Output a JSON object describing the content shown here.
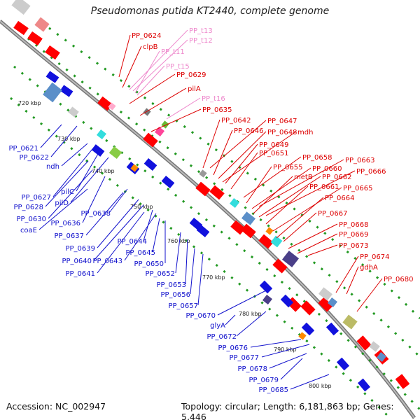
{
  "title": "Pseudomonas putida KT2440, complete genome",
  "footer": {
    "accession": "Accession: NC_002947",
    "topology": "Topology: circular; Length: 6,181,863 bp; Genes: 5,446"
  },
  "colors": {
    "forward_gene": "#ff0000",
    "reverse_gene": "#0000ff",
    "trna": "#ff88cc",
    "backbone": "#888888",
    "dots": "#229922"
  },
  "ticks": [
    "720 kbp",
    "730 kbp",
    "740 kbp",
    "750 kbp",
    "760 kbp",
    "770 kbp",
    "780 kbp",
    "790 kbp",
    "800 kbp"
  ],
  "labels_red": [
    "PP_0624",
    "clpB",
    "PP_0629",
    "pilA",
    "PP_0635",
    "PP_0642",
    "PP_0647",
    "PP_0646",
    "PP_0648",
    "mdh",
    "PP_0649",
    "PP_0651",
    "PP_0658",
    "PP_0663",
    "PP_0655",
    "PP_0660",
    "PP_0666",
    "metB",
    "PP_0662",
    "PP_0661",
    "PP_0665",
    "PP_0664",
    "PP_0667",
    "PP_0668",
    "PP_0669",
    "PP_0673",
    "PP_0674",
    "gdhA",
    "PP_0680"
  ],
  "labels_pink": [
    "PP_t13",
    "PP_t12",
    "PP_t11",
    "PP_t15",
    "PP_t16"
  ],
  "labels_blue": [
    "PP_0621",
    "PP_0622",
    "ndh",
    "PP_0627",
    "pilC",
    "PP_0628",
    "pilD",
    "PP_0638",
    "PP_0630",
    "PP_0636",
    "coaE",
    "PP_0637",
    "PP_0644",
    "PP_0639",
    "PP_0645",
    "PP_0640",
    "PP_0643",
    "PP_0650",
    "PP_0641",
    "PP_0652",
    "PP_0653",
    "PP_0656",
    "PP_0657",
    "PP_0670",
    "glyA",
    "PP_0672",
    "PP_0676",
    "PP_0677",
    "PP_0678",
    "PP_0679",
    "PP_0685"
  ]
}
